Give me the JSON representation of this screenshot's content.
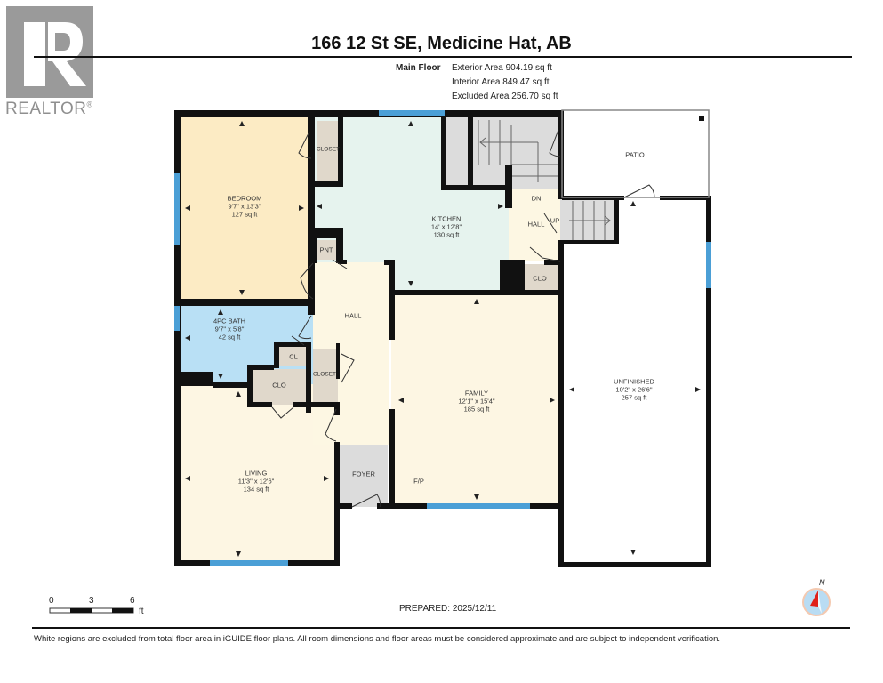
{
  "logo": {
    "brand": "REALTOR",
    "mark": "®"
  },
  "header": {
    "title": "166 12 St SE, Medicine Hat, AB"
  },
  "areas": {
    "floor_label": "Main Floor",
    "exterior": "Exterior Area 904.19 sq ft",
    "interior": "Interior Area 849.47 sq ft",
    "excluded": "Excluded Area 256.70 sq ft"
  },
  "rooms": {
    "bedroom": {
      "name": "BEDROOM",
      "dims": "9'7\" x 13'3\"",
      "area": "127 sq ft"
    },
    "kitchen": {
      "name": "KITCHEN",
      "dims": "14' x 12'8\"",
      "area": "130 sq ft"
    },
    "bath": {
      "name": "4PC BATH",
      "dims": "9'7\" x 5'8\"",
      "area": "42 sq ft"
    },
    "living": {
      "name": "LIVING",
      "dims": "11'3\" x 12'6\"",
      "area": "134 sq ft"
    },
    "family": {
      "name": "FAMILY",
      "dims": "12'1\" x 15'4\"",
      "area": "185 sq ft"
    },
    "unfinished": {
      "name": "UNFINISHED",
      "dims": "10'2\" x 26'6\"",
      "area": "257 sq ft"
    }
  },
  "labels": {
    "closet_bedroom": "CLOSET",
    "pantry": "PNT",
    "hall_center": "HALL",
    "hall_back": "HALL",
    "down": "DN",
    "up": "UP",
    "clo_back": "CLO",
    "patio": "PATIO",
    "cl_small": "CL",
    "clo_living": "CLO",
    "closet_hall": "CLOSET",
    "foyer": "FOYER",
    "fireplace": "F/P"
  },
  "scale": {
    "ticks": [
      "0",
      "3",
      "6"
    ],
    "unit": "ft"
  },
  "compass": {
    "label": "N"
  },
  "footer": {
    "prepared": "PREPARED: 2025/12/11",
    "disclaimer": "White regions are excluded from total floor area in iGUIDE floor plans. All room dimensions and floor areas must be considered approximate and are subject to independent verification."
  },
  "colors": {
    "wall": "#111111",
    "bedroom_fill": "#fcebc4",
    "kitchen_fill": "#e6f3ee",
    "bath_fill": "#b9e0f5",
    "hall_fill": "#fdf7e3",
    "closet_fill": "#e0d8cb",
    "foyer_fill": "#dcdcdc",
    "window": "#4b9fd6",
    "unfinished_fill": "#ffffff"
  }
}
